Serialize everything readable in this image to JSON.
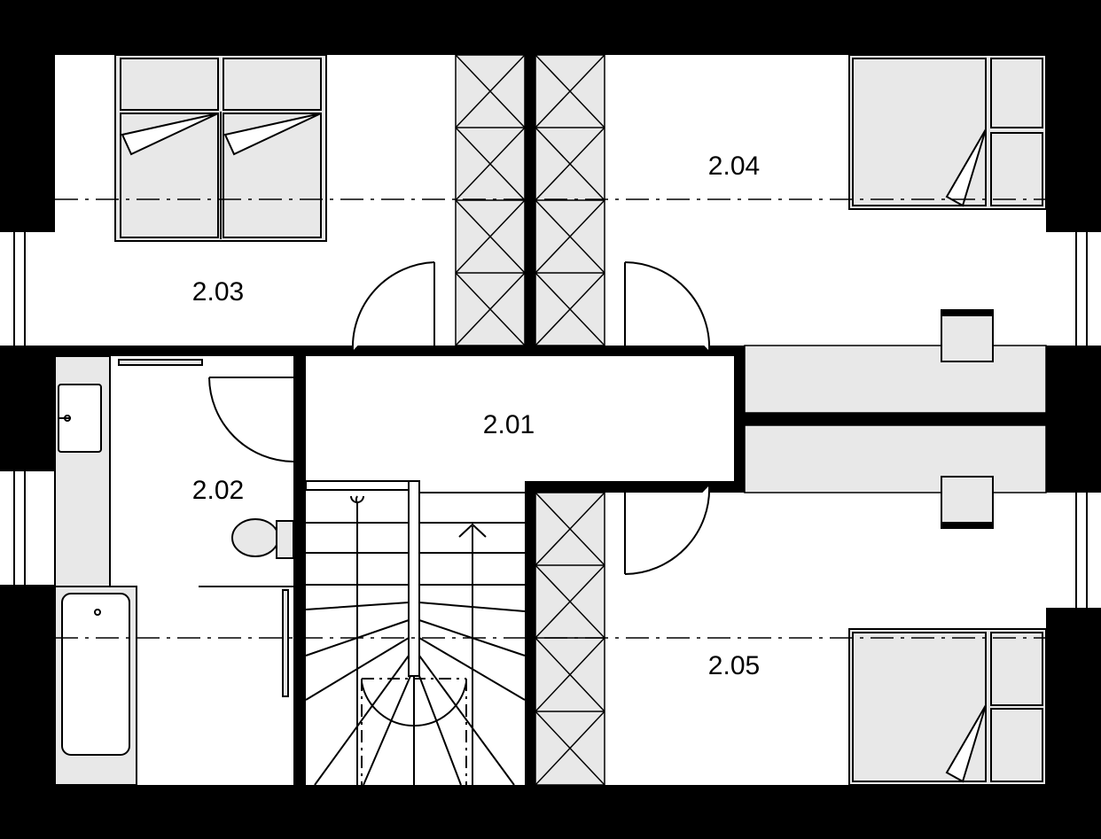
{
  "rooms": {
    "hall": "2.01",
    "bathroom": "2.02",
    "bedroom_master": "2.03",
    "bedroom_north": "2.04",
    "bedroom_south": "2.05"
  },
  "colors": {
    "wall": "#000000",
    "floor": "#ffffff",
    "furniture_fill": "#e8e8e8",
    "line": "#000000"
  },
  "stairs": {
    "direction": "up"
  }
}
